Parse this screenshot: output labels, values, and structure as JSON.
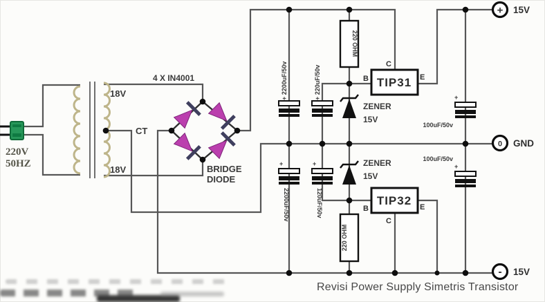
{
  "ac_input": {
    "voltage": "220V",
    "frequency": "50HZ"
  },
  "transformer": {
    "top_tap": "18V",
    "center_tap": "CT",
    "bottom_tap": "18V"
  },
  "bridge": {
    "diodes_label": "4 X IN4001",
    "name1": "BRIDGE",
    "name2": "DIODE"
  },
  "capacitors": {
    "top_main": "+ 2200uF/50v",
    "top_aux": "+ 220uF/50v",
    "bottom_main": "2200uF/50v",
    "bottom_main_plus": "+",
    "bottom_aux": "120uF/50v",
    "bottom_aux_plus": "+",
    "output_top": "100uF/50v",
    "output_top_plus": "+",
    "output_bottom": "100uF/50v",
    "output_bottom_plus": "+"
  },
  "regulator_top": {
    "resistor": "220 OHM",
    "zener1": "ZENER",
    "zener2": "15V",
    "transistor": "TIP31",
    "pin_b": "B",
    "pin_c": "C",
    "pin_e": "E"
  },
  "regulator_bottom": {
    "resistor": "220 OHM",
    "zener1": "ZENER",
    "zener2": "15V",
    "transistor": "TIP32",
    "pin_b": "B",
    "pin_c": "C",
    "pin_e": "E"
  },
  "outputs": {
    "positive": {
      "symbol": "+",
      "label": "15V"
    },
    "ground": {
      "symbol": "0",
      "label": "GND"
    },
    "negative": {
      "symbol": "-",
      "label": "15V"
    }
  },
  "caption": "Revisi Power Supply Simetris Transistor",
  "colors": {
    "wire": "#565656",
    "diode_body": "#bb3fae",
    "diode_bar": "#3f3f5e",
    "plug_green": "#27985a",
    "winding": "#beb58a"
  }
}
